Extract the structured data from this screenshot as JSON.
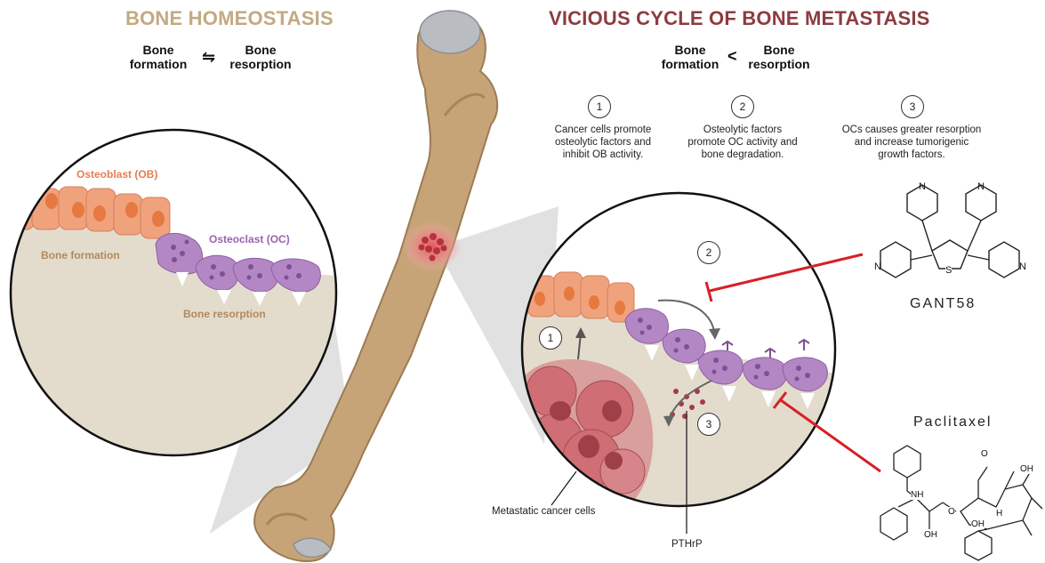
{
  "left": {
    "title": "BONE HOMEOSTASIS",
    "title_color": "#c2aa82",
    "formation": [
      "Bone",
      "formation"
    ],
    "operator": "⇋",
    "resorption": [
      "Bone",
      "resorption"
    ],
    "labels": {
      "osteoblast": "Osteoblast (OB)",
      "osteoclast": "Osteoclast (OC)",
      "bone_formation": "Bone formation",
      "bone_resorption": "Bone resorption"
    }
  },
  "right": {
    "title": "VICIOUS CYCLE OF BONE METASTASIS",
    "title_color": "#8e3b40",
    "formation": [
      "Bone",
      "formation"
    ],
    "operator": "<",
    "resorption": [
      "Bone",
      "resorption"
    ],
    "steps": [
      {
        "num": "1",
        "lines": [
          "Cancer cells promote",
          "osteolytic factors and",
          "inhibit OB activity."
        ]
      },
      {
        "num": "2",
        "lines": [
          "Osteolytic factors",
          "promote OC activity and",
          "bone degradation."
        ]
      },
      {
        "num": "3",
        "lines": [
          "OCs causes greater resorption",
          "and increase tumorigenic",
          "growth factors."
        ]
      }
    ],
    "labels": {
      "metastatic": "Metastatic cancer cells",
      "pthrp": "PTHrP"
    }
  },
  "drugs": {
    "gant58": "GANT58",
    "paclitaxel": "Paclitaxel",
    "atoms": {
      "N": "N",
      "S": "S",
      "O": "O",
      "OH": "OH",
      "NH": "NH",
      "H": "H"
    }
  },
  "colors": {
    "bone": "#c7a477",
    "bone_dark": "#9c7b54",
    "cartilage": "#b9bcc1",
    "osteoblast": "#f0a27d",
    "osteoclast": "#b387c4",
    "tissue": "#e3dccd",
    "cancer": "#cf6e74",
    "inhibitor": "#d62027"
  }
}
